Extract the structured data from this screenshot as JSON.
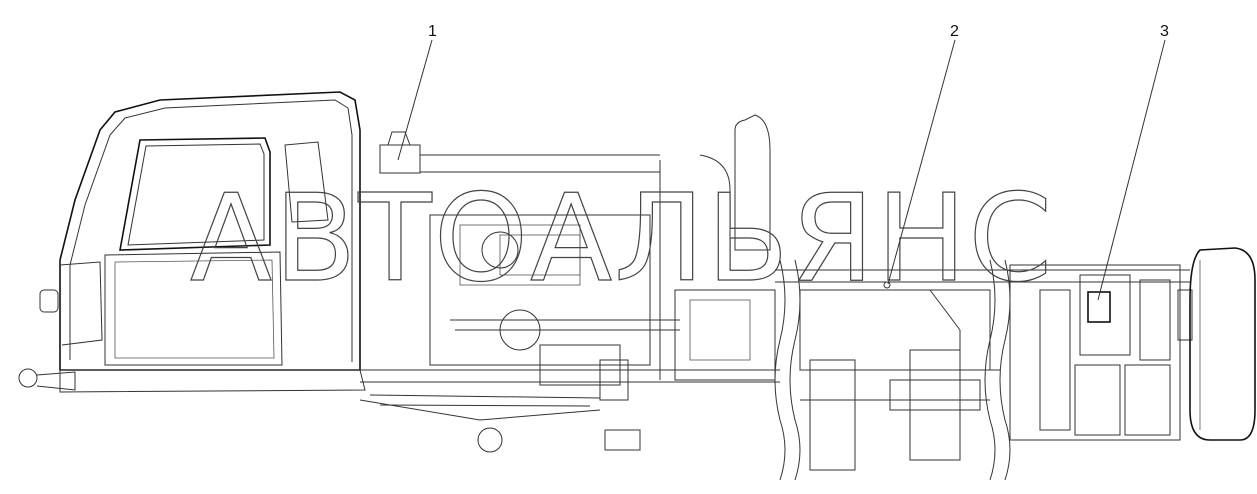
{
  "callouts": [
    {
      "label": "1"
    },
    {
      "label": "2"
    },
    {
      "label": "3"
    }
  ],
  "watermark": "АВТОАЛЬЯНС"
}
